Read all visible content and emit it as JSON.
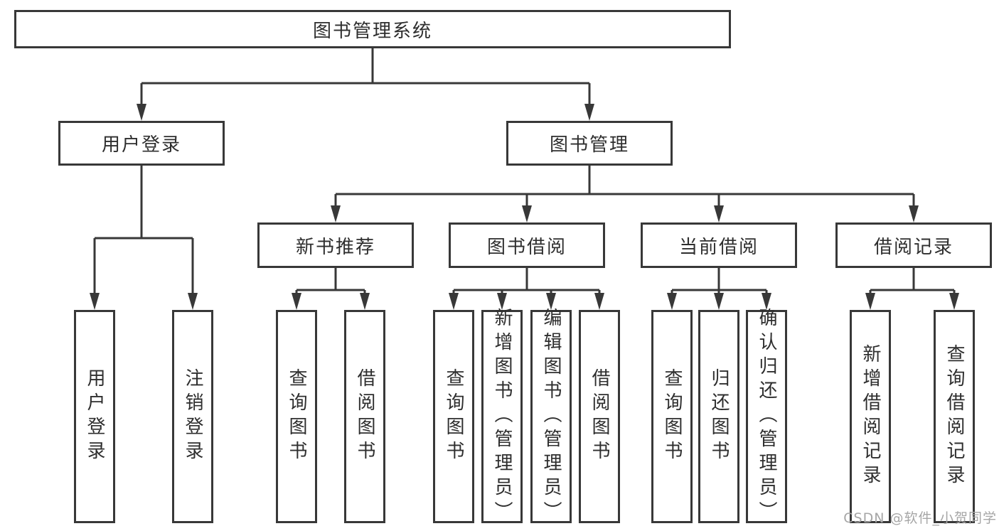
{
  "diagram": {
    "root": {
      "label": "图书管理系统"
    },
    "branches": [
      {
        "label": "用户登录",
        "leaves": [
          {
            "label": "用户登录"
          },
          {
            "label": "注销登录"
          }
        ]
      },
      {
        "label": "图书管理",
        "groups": [
          {
            "label": "新书推荐",
            "leaves": [
              {
                "label": "查询图书"
              },
              {
                "label": "借阅图书"
              }
            ]
          },
          {
            "label": "图书借阅",
            "leaves": [
              {
                "label": "查询图书"
              },
              {
                "label": "新增图书（管理员）"
              },
              {
                "label": "编辑图书（管理员）"
              },
              {
                "label": "借阅图书"
              }
            ]
          },
          {
            "label": "当前借阅",
            "leaves": [
              {
                "label": "查询图书"
              },
              {
                "label": "归还图书"
              },
              {
                "label": "确认归还（管理员）"
              }
            ]
          },
          {
            "label": "借阅记录",
            "leaves": [
              {
                "label": "新增借阅记录"
              },
              {
                "label": "查询借阅记录"
              }
            ]
          }
        ]
      }
    ]
  },
  "watermark": {
    "text": "CSDN @软件_小贺同学"
  },
  "colors": {
    "line": "#383838",
    "text": "#2e2e2e",
    "watermark": "#a6a6a6",
    "background": "#ffffff"
  }
}
